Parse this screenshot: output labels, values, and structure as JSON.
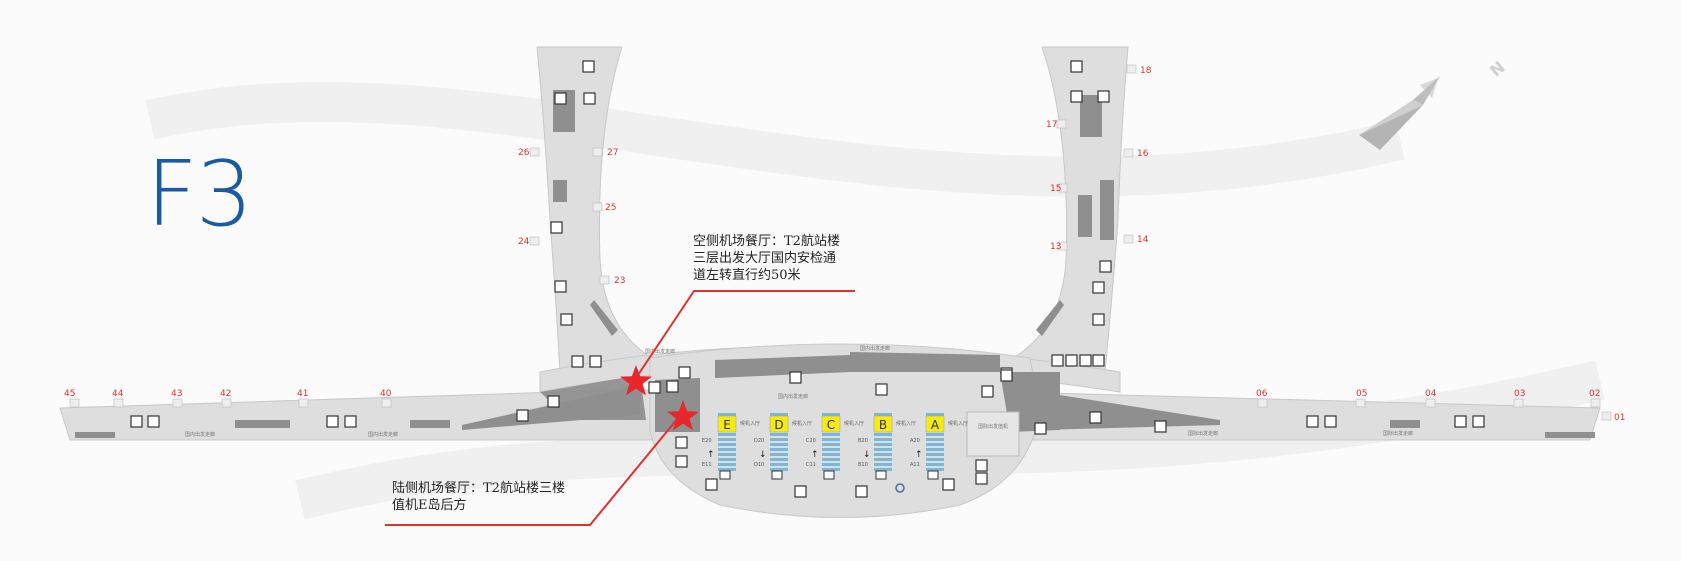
{
  "floor": "F3",
  "compass": {
    "north_label": "N"
  },
  "callouts": {
    "airside": {
      "lines": [
        "空侧机场餐厅：T2航站楼",
        "三层出发大厅国内安检通",
        "道左转直行约50米"
      ]
    },
    "landside": {
      "lines": [
        "陆侧机场餐厅：T2航站楼三楼",
        "值机E岛后方"
      ]
    }
  },
  "gates": {
    "west_pier": [
      "23",
      "24",
      "25",
      "26",
      "27"
    ],
    "east_pier": [
      "13",
      "14",
      "15",
      "16",
      "17",
      "18"
    ],
    "west_wing": [
      "40",
      "41",
      "42",
      "43",
      "44",
      "45"
    ],
    "east_wing": [
      "01",
      "02",
      "03",
      "04",
      "05",
      "06"
    ]
  },
  "checkin_islands": [
    {
      "letter": "E",
      "sign": "候机入厅",
      "range_top": "E20",
      "range_bottom": "E11"
    },
    {
      "letter": "D",
      "sign": "候机入厅",
      "range_top": "D20",
      "range_bottom": "D10"
    },
    {
      "letter": "C",
      "sign": "候机入厅",
      "range_top": "C20",
      "range_bottom": "C11"
    },
    {
      "letter": "B",
      "sign": "候机入厅",
      "range_top": "B20",
      "range_bottom": "B10"
    },
    {
      "letter": "A",
      "sign": "候机入厅",
      "range_top": "A20",
      "range_bottom": "A11"
    }
  ],
  "hall_labels": {
    "domestic_departures_left": "国内出发走廊",
    "domestic_departures_right": "国内出发走廊",
    "domestic_departures_center": "国内出发走廊",
    "west_corridor_a": "国内出发走廊",
    "west_corridor_b": "国内出发走廊",
    "east_corridor_a": "国际出发走廊",
    "east_corridor_b": "国际出发走廊",
    "intl_checkin": "国际出发值机"
  },
  "colors": {
    "floor_text": "#1a5aa0",
    "gate_number": "#e0312e",
    "callout_line": "#e0312e",
    "star": "#e8262b",
    "island_sign": "#f5ea14",
    "counter": "#7ab7d8",
    "floor_light": "#dcdcdc",
    "floor_dark": "#8f8f8f"
  }
}
